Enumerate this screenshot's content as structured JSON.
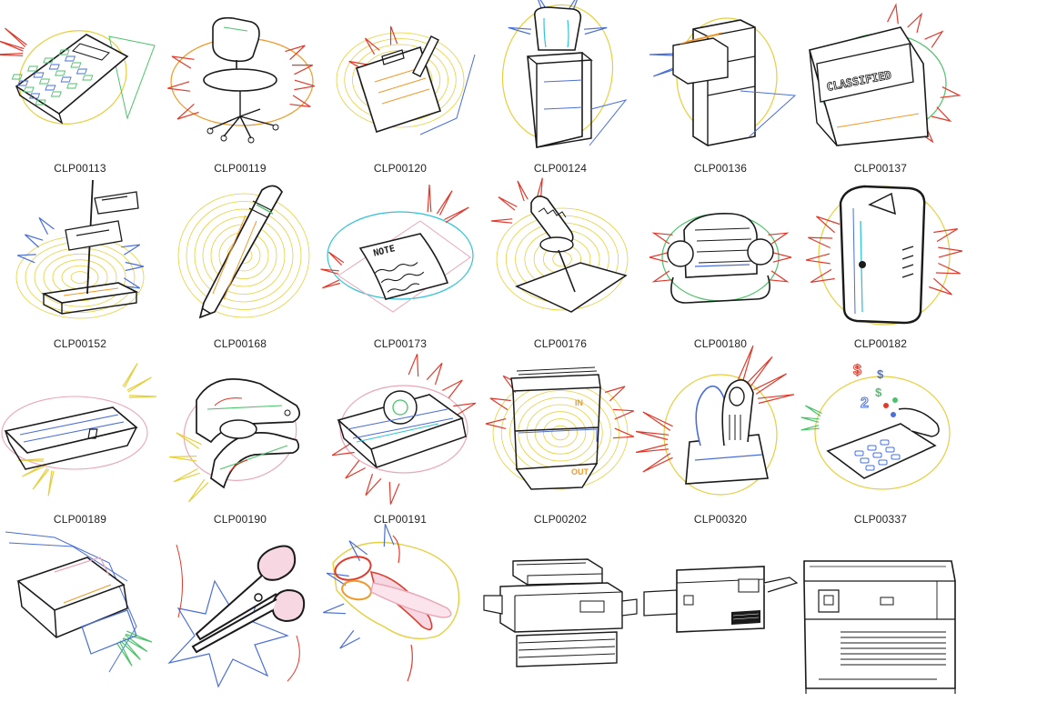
{
  "gallery": {
    "columns": 6,
    "items": [
      {
        "label": "CLP00113",
        "icon": "calculator-icon"
      },
      {
        "label": "CLP00119",
        "icon": "office-chair-icon"
      },
      {
        "label": "CLP00120",
        "icon": "clipboard-pen-icon"
      },
      {
        "label": "CLP00124",
        "icon": "water-cooler-icon"
      },
      {
        "label": "CLP00136",
        "icon": "file-cabinet-icon"
      },
      {
        "label": "CLP00137",
        "icon": "classified-folder-icon"
      },
      {
        "label": "CLP00152",
        "icon": "paper-spike-icon"
      },
      {
        "label": "CLP00168",
        "icon": "pencil-icon"
      },
      {
        "label": "CLP00173",
        "icon": "note-paper-icon"
      },
      {
        "label": "CLP00176",
        "icon": "push-pin-icon"
      },
      {
        "label": "CLP00180",
        "icon": "rolodex-icon"
      },
      {
        "label": "CLP00182",
        "icon": "pencil-sharpener-icon"
      },
      {
        "label": "CLP00189",
        "icon": "stapler-icon"
      },
      {
        "label": "CLP00190",
        "icon": "staple-remover-icon"
      },
      {
        "label": "CLP00191",
        "icon": "tape-dispenser-icon"
      },
      {
        "label": "CLP00202",
        "icon": "in-out-tray-icon"
      },
      {
        "label": "CLP00320",
        "icon": "binder-clip-icon"
      },
      {
        "label": "CLP00337",
        "icon": "telephone-icon"
      },
      {
        "label": "",
        "icon": "fax-machine-icon"
      },
      {
        "label": "",
        "icon": "scissors-icon"
      },
      {
        "label": "",
        "icon": "colored-scissors-icon"
      },
      {
        "label": "",
        "icon": "photocopier-icon"
      },
      {
        "label": "",
        "icon": "laser-printer-icon"
      },
      {
        "label": "",
        "icon": "office-copier-icon"
      }
    ]
  },
  "colors": {
    "yellow": "#e6cf3c",
    "red": "#e03a2c",
    "blue": "#4a6fd6",
    "green": "#4cc26a",
    "cyan": "#2fc4d8",
    "pink": "#e9a7b8",
    "orange": "#ef9a2a",
    "ink": "#1a1a1a"
  }
}
